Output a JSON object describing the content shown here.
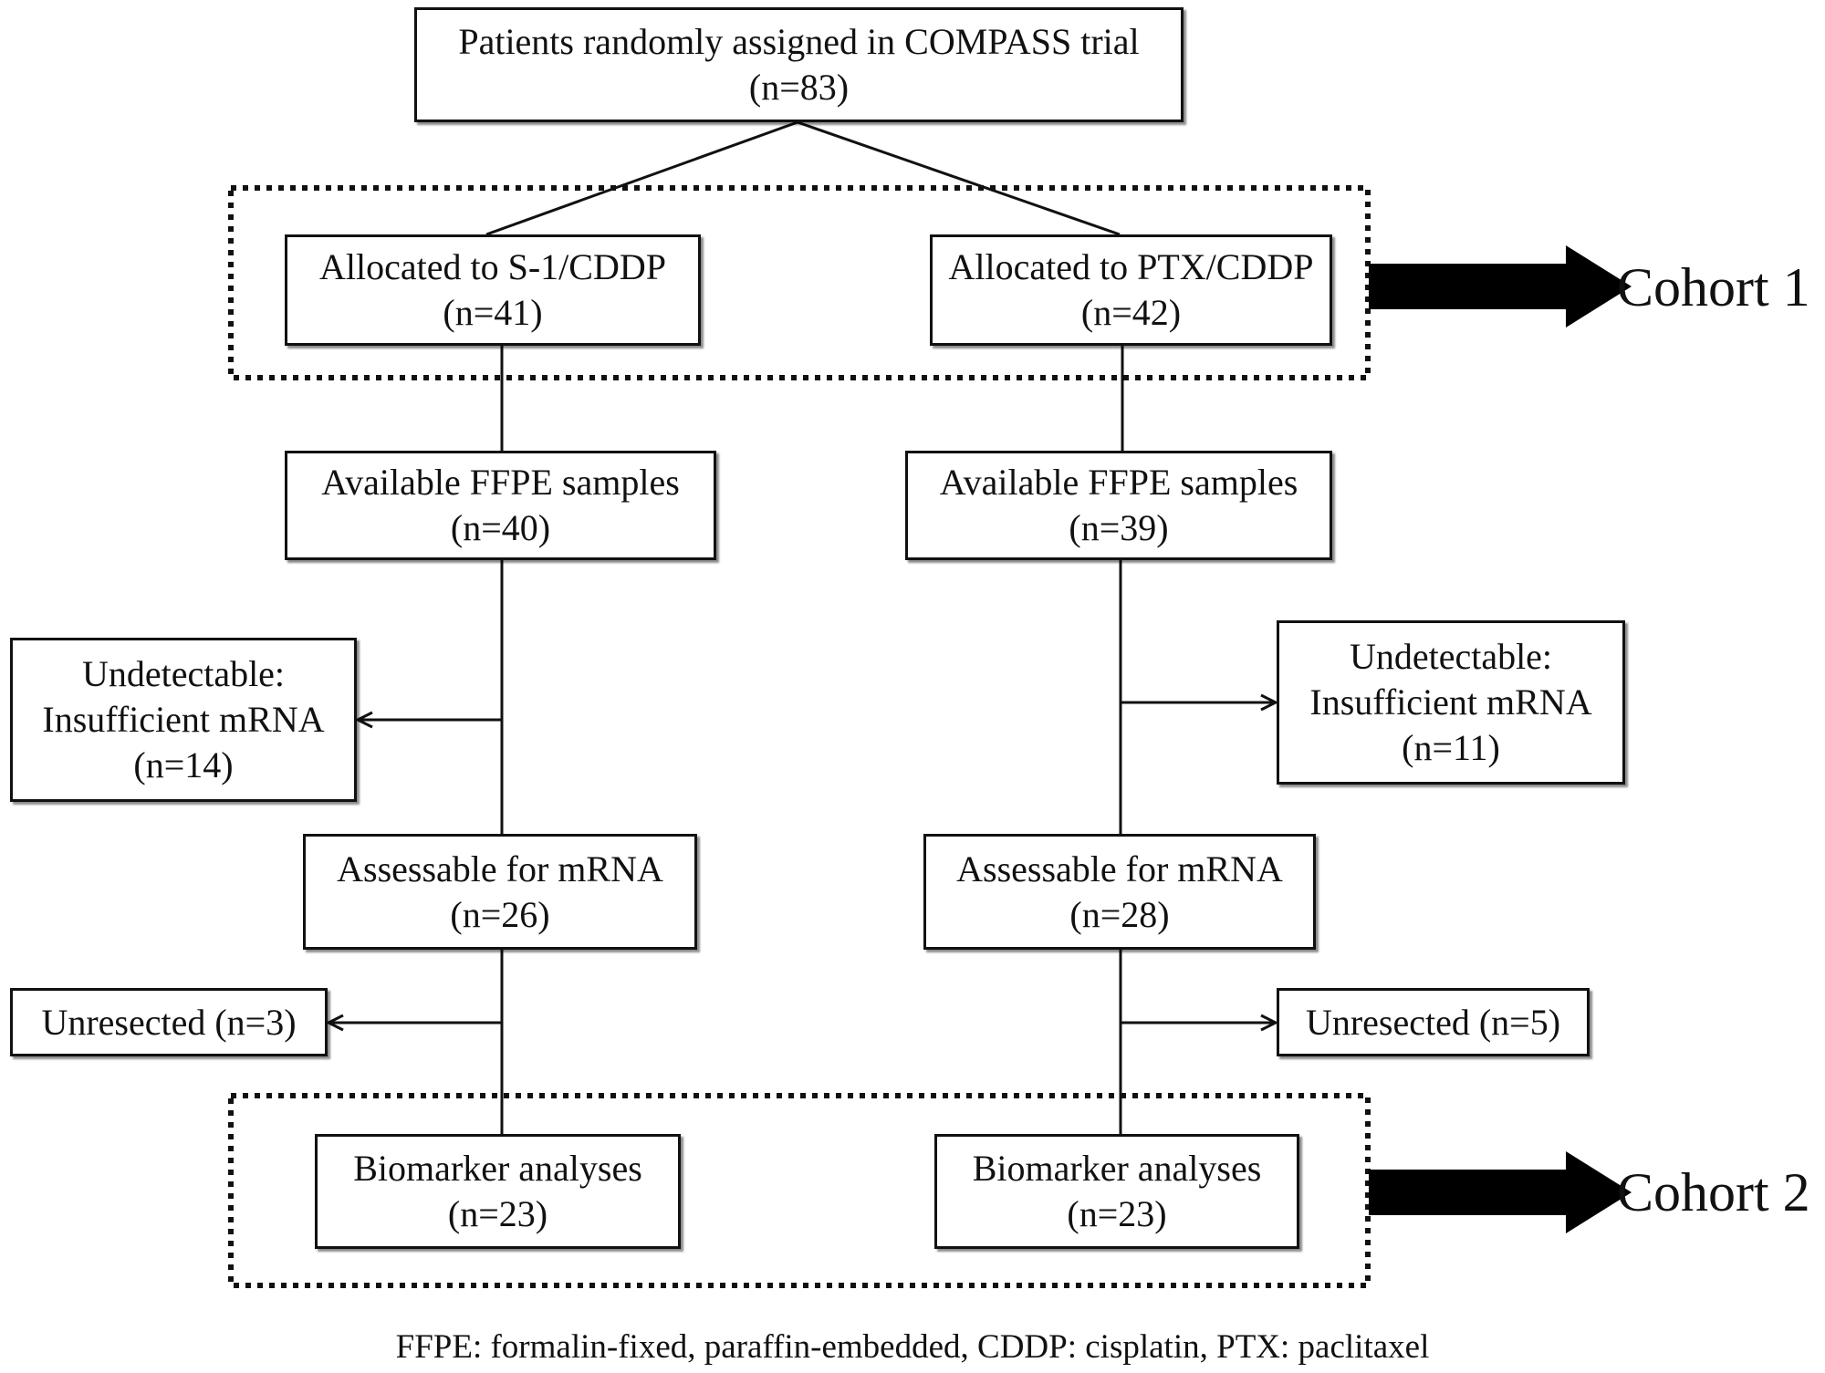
{
  "top": {
    "line1": "Patients randomly assigned in COMPASS trial",
    "line2": "(n=83)"
  },
  "left_arm": {
    "allocated": {
      "line1": "Allocated to S-1/CDDP",
      "line2": "(n=41)"
    },
    "ffpe": {
      "line1": "Available FFPE samples",
      "line2": "(n=40)"
    },
    "undetectable": {
      "line1": "Undetectable:",
      "line2": "Insufficient mRNA",
      "line3": "(n=14)"
    },
    "assessable": {
      "line1": "Assessable for mRNA",
      "line2": "(n=26)"
    },
    "unresected": {
      "line1": "Unresected (n=3)"
    },
    "biomarker": {
      "line1": "Biomarker analyses",
      "line2": "(n=23)"
    }
  },
  "right_arm": {
    "allocated": {
      "line1": "Allocated to PTX/CDDP",
      "line2": "(n=42)"
    },
    "ffpe": {
      "line1": "Available FFPE samples",
      "line2": "(n=39)"
    },
    "undetectable": {
      "line1": "Undetectable:",
      "line2": "Insufficient mRNA",
      "line3": "(n=11)"
    },
    "assessable": {
      "line1": "Assessable for mRNA",
      "line2": "(n=28)"
    },
    "unresected": {
      "line1": "Unresected (n=5)"
    },
    "biomarker": {
      "line1": "Biomarker analyses",
      "line2": "(n=23)"
    }
  },
  "cohort1": "Cohort 1",
  "cohort2": "Cohort 2",
  "footnote": "FFPE: formalin-fixed, paraffin-embedded, CDDP: cisplatin, PTX: paclitaxel"
}
